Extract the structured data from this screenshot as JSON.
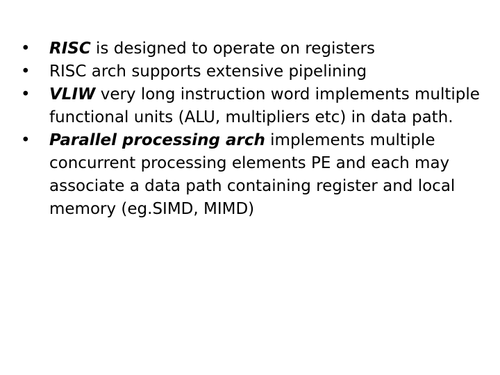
{
  "slide": {
    "bullet_glyph": "•",
    "items": [
      {
        "emphasis": "RISC",
        "text": " is designed to operate on registers"
      },
      {
        "emphasis": "",
        "text": "RISC arch supports extensive pipelining"
      },
      {
        "emphasis": "VLIW",
        "text": " very long instruction word implements multiple functional units (ALU, multipliers etc) in data path."
      },
      {
        "emphasis": "Parallel processing arch",
        "text": " implements multiple concurrent processing elements PE and each may associate a data path containing register and local memory (eg.SIMD, MIMD)"
      }
    ]
  }
}
